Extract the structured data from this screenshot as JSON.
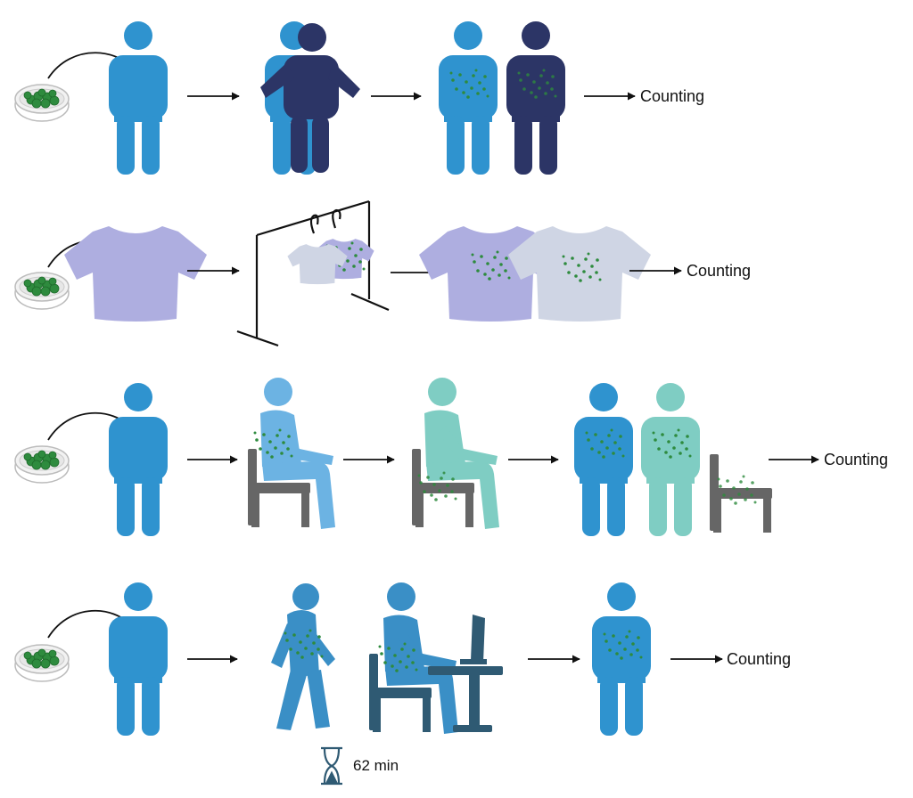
{
  "rows": [
    {
      "id": "row-1",
      "end_label": "Counting"
    },
    {
      "id": "row-2",
      "end_label": "Counting"
    },
    {
      "id": "row-3",
      "end_label": "Counting"
    },
    {
      "id": "row-4",
      "end_label": "Counting",
      "duration_label": "62 min"
    }
  ],
  "colors": {
    "person_blue": "#2f93cf",
    "person_light_blue": "#6cb3e3",
    "person_navy": "#2c3566",
    "person_teal": "#7fcdc3",
    "person_desk_blue": "#3a8fc6",
    "shirt_purple": "#aeaee0",
    "shirt_gray": "#cfd5e4",
    "chair_gray": "#666666",
    "desk_slate": "#2f5a73",
    "bacteria_green": "#2e8b3e",
    "arrow_black": "#111111",
    "dish_gray": "#d9d9d9"
  },
  "icons": [
    "petri-dish-icon",
    "person-icon",
    "tshirt-icon",
    "chair-icon",
    "desk-computer-icon",
    "hourglass-icon",
    "arrow-right-icon"
  ]
}
